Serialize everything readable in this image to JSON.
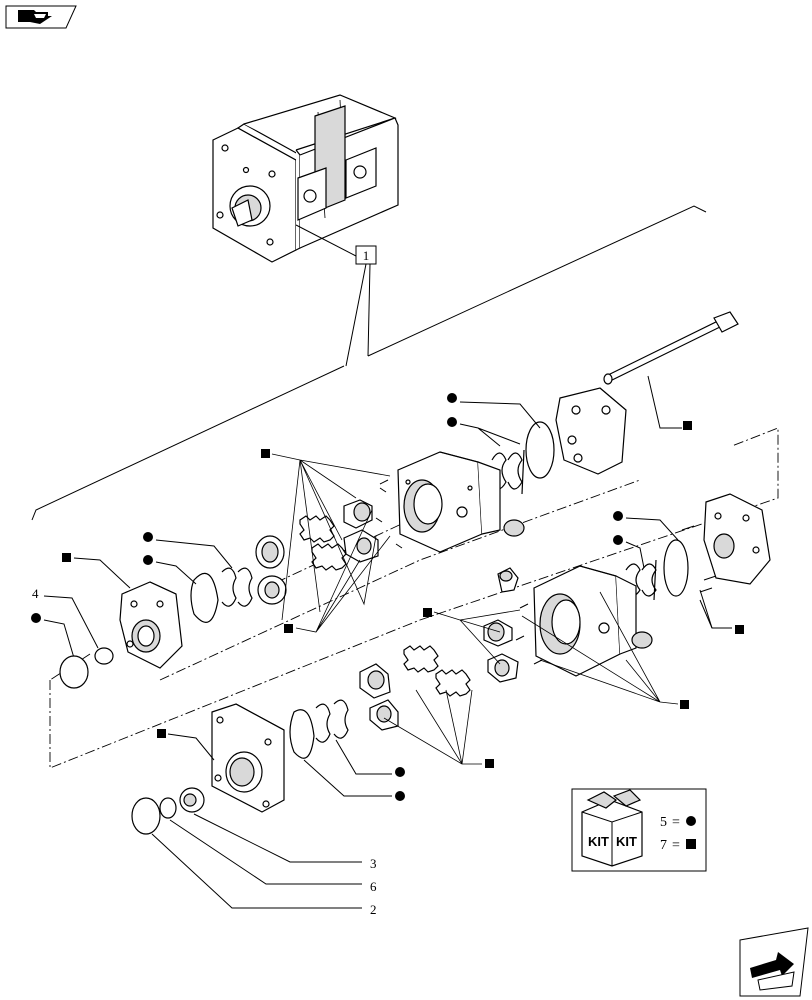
{
  "callouts": {
    "assembly": "1",
    "item_2": "2",
    "item_3": "3",
    "item_4": "4",
    "item_6": "6"
  },
  "kit_legend": {
    "kit_label": "KIT",
    "row1_number": "5",
    "row1_eq": "=",
    "row2_number": "7",
    "row2_eq": "=",
    "symbols": [
      "circle",
      "square"
    ]
  },
  "icons": [
    "nav-back-icon",
    "nav-next-icon",
    "kit-box-icon"
  ]
}
